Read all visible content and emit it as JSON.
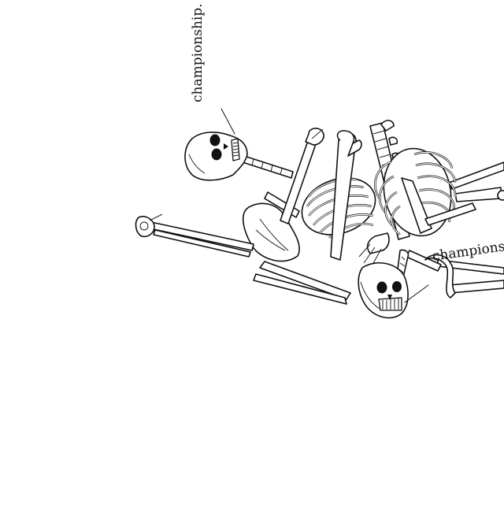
{
  "annotations": {
    "top_label": "championship.",
    "right_label": "championshi"
  },
  "colors": {
    "ink": "#111111",
    "background": "#ffffff"
  },
  "illustration": {
    "subject-icon": "two-skeletons-line-drawing"
  }
}
